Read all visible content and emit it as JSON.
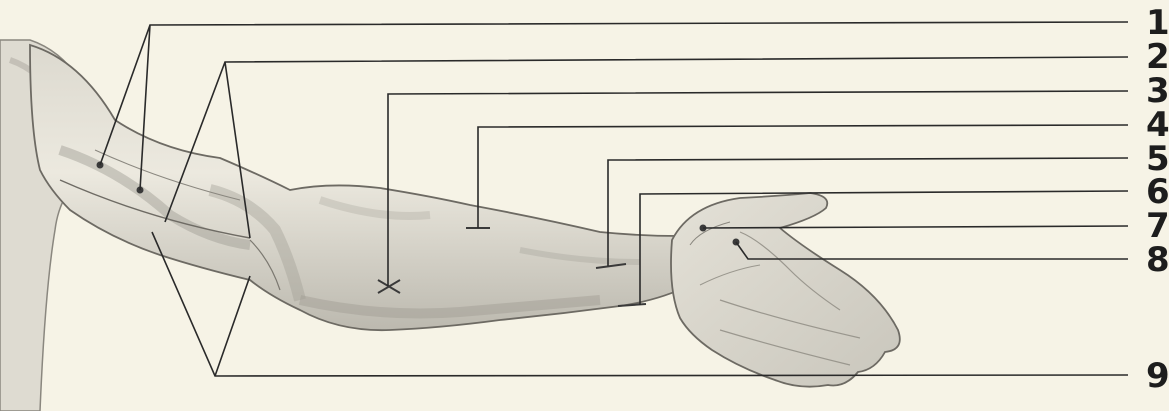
{
  "labels": [
    {
      "id": 1,
      "text": "1"
    },
    {
      "id": 2,
      "text": "2"
    },
    {
      "id": 3,
      "text": "3"
    },
    {
      "id": 4,
      "text": "4"
    },
    {
      "id": 5,
      "text": "5"
    },
    {
      "id": 6,
      "text": "6"
    },
    {
      "id": 7,
      "text": "7"
    },
    {
      "id": 8,
      "text": "8"
    },
    {
      "id": 9,
      "text": "9"
    }
  ],
  "colors": {
    "background": "#f6f3e6",
    "skin": "#e9e6dc",
    "shade": "#b9b6ad",
    "outline": "#6d6a63",
    "lines": "#2a2a2a"
  }
}
